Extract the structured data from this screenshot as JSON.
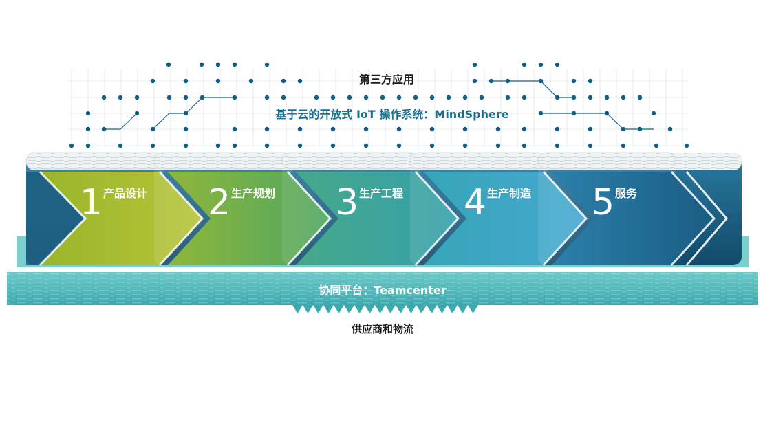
{
  "labels": {
    "third_party_apps": "第三方应用",
    "iot_os": "基于云的开放式 IoT 操作系统：MindSphere",
    "collab_platform": "协同平台：Teamcenter",
    "suppliers_logistics": "供应商和物流"
  },
  "stages": [
    {
      "number": "1",
      "label": "产品设计",
      "color": "#a4b82a"
    },
    {
      "number": "2",
      "label": "生产规划",
      "color": "#73ab46"
    },
    {
      "number": "3",
      "label": "生产工程",
      "color": "#3a9fa3"
    },
    {
      "number": "4",
      "label": "生产制造",
      "color": "#3e9fc4"
    },
    {
      "number": "5",
      "label": "服务",
      "color": "#1e6a8f"
    }
  ],
  "colors": {
    "dot": "#0e5f87",
    "text_dark": "#1a1a1a",
    "text_teal": "#1b6f8f",
    "platform": "#5fc0c0",
    "platform_dark": "#3aa8ab",
    "tray": "#2f7fa0",
    "tray_light": "#e8eef3"
  }
}
